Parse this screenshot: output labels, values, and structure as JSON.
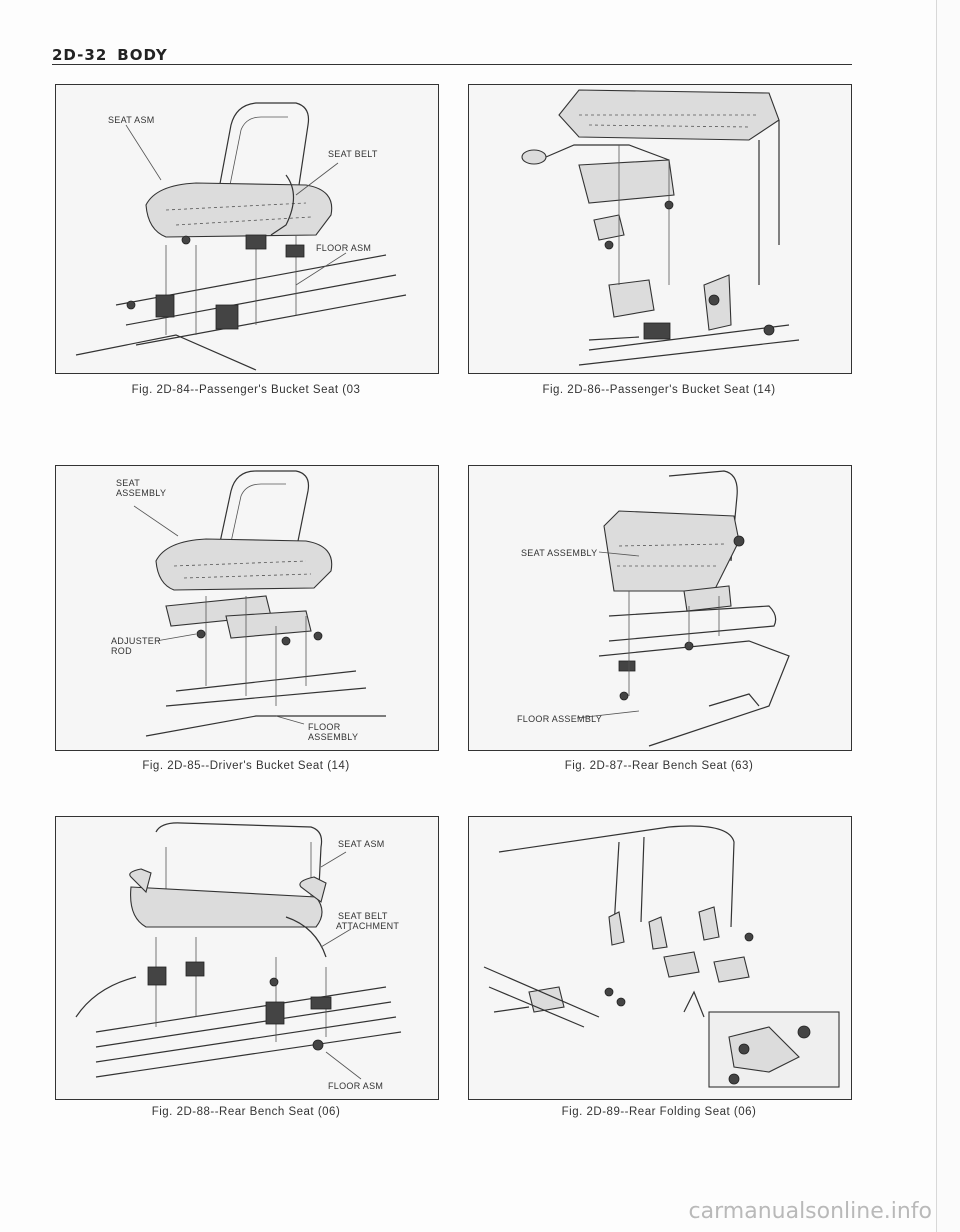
{
  "header": {
    "page_number": "2D-32",
    "section": "BODY"
  },
  "figures": [
    {
      "id": "fig-2d-84",
      "caption": "Fig. 2D-84--Passenger's Bucket Seat (03",
      "labels": [
        "SEAT ASM",
        "SEAT BELT",
        "FLOOR ASM"
      ]
    },
    {
      "id": "fig-2d-86",
      "caption": "Fig. 2D-86--Passenger's Bucket Seat (14)",
      "labels": []
    },
    {
      "id": "fig-2d-85",
      "caption": "Fig. 2D-85--Driver's Bucket Seat (14)",
      "labels": [
        "SEAT",
        "ASSEMBLY",
        "ADJUSTER",
        "ROD",
        "FLOOR",
        "ASSEMBLY"
      ]
    },
    {
      "id": "fig-2d-87",
      "caption": "Fig. 2D-87--Rear Bench Seat (63)",
      "labels": [
        "SEAT ASSEMBLY",
        "FLOOR ASSEMBLY"
      ]
    },
    {
      "id": "fig-2d-88",
      "caption": "Fig. 2D-88--Rear Bench Seat (06)",
      "labels": [
        "SEAT ASM",
        "SEAT BELT",
        "ATTACHMENT",
        "FLOOR ASM"
      ]
    },
    {
      "id": "fig-2d-89",
      "caption": "Fig. 2D-89--Rear Folding Seat (06)",
      "labels": []
    }
  ],
  "footer": {
    "watermark": "carmanualsonline.info"
  }
}
